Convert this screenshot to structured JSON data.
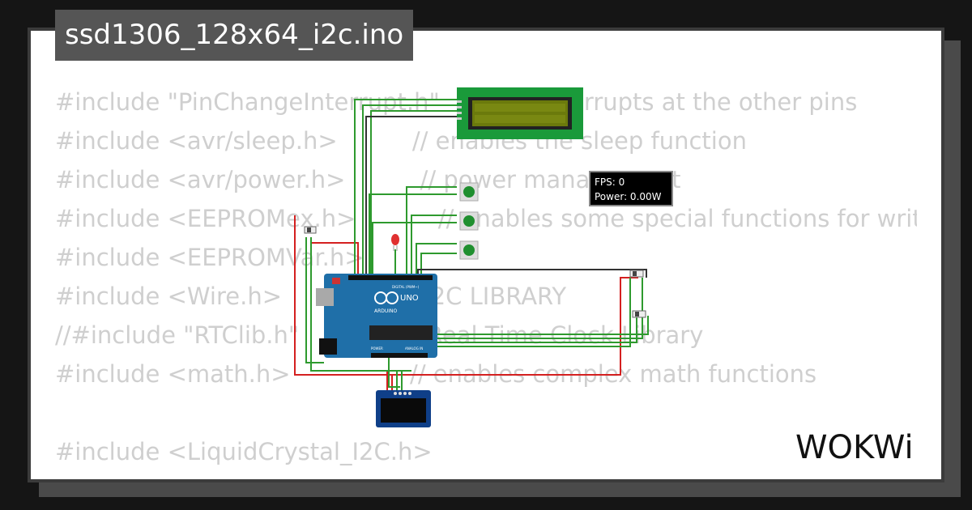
{
  "title": "ssd1306_128x64_i2c.ino",
  "code_lines": [
    "#include \"PinChangeInterrupt.h\"    // the interrupts at the other pins",
    "#include <avr/sleep.h>          // enables the sleep function",
    "#include <avr/power.h>          // power management",
    "#include <EEPROMex.h>           // enables some special functions for writing",
    "#include <EEPROMVar.h>",
    "#include <Wire.h>                   I2C LIBRARY",
    "//#include \"RTClib.h\"              // Real Time Clock Library",
    "#include <math.h>                // enables complex math functions",
    "",
    "#include <LiquidCrystal_I2C.h>"
  ],
  "simulation": {
    "fps_label": "FPS: 0",
    "power_label": "Power: 0.00W"
  },
  "board": {
    "brand": "ARDUINO",
    "model": "UNO",
    "header_digital": "DIGITAL (PWM~)",
    "header_power": "POWER",
    "header_analog": "ANALOG IN"
  },
  "logo_text": "WOKWi",
  "colors": {
    "wire_green": "#2e9a2e",
    "wire_red": "#d42020",
    "board_blue": "#1f6fa8",
    "lcd_green": "#1a9a3a",
    "lcd_screen": "#6b7a0c",
    "button_green": "#1f8f2f"
  }
}
